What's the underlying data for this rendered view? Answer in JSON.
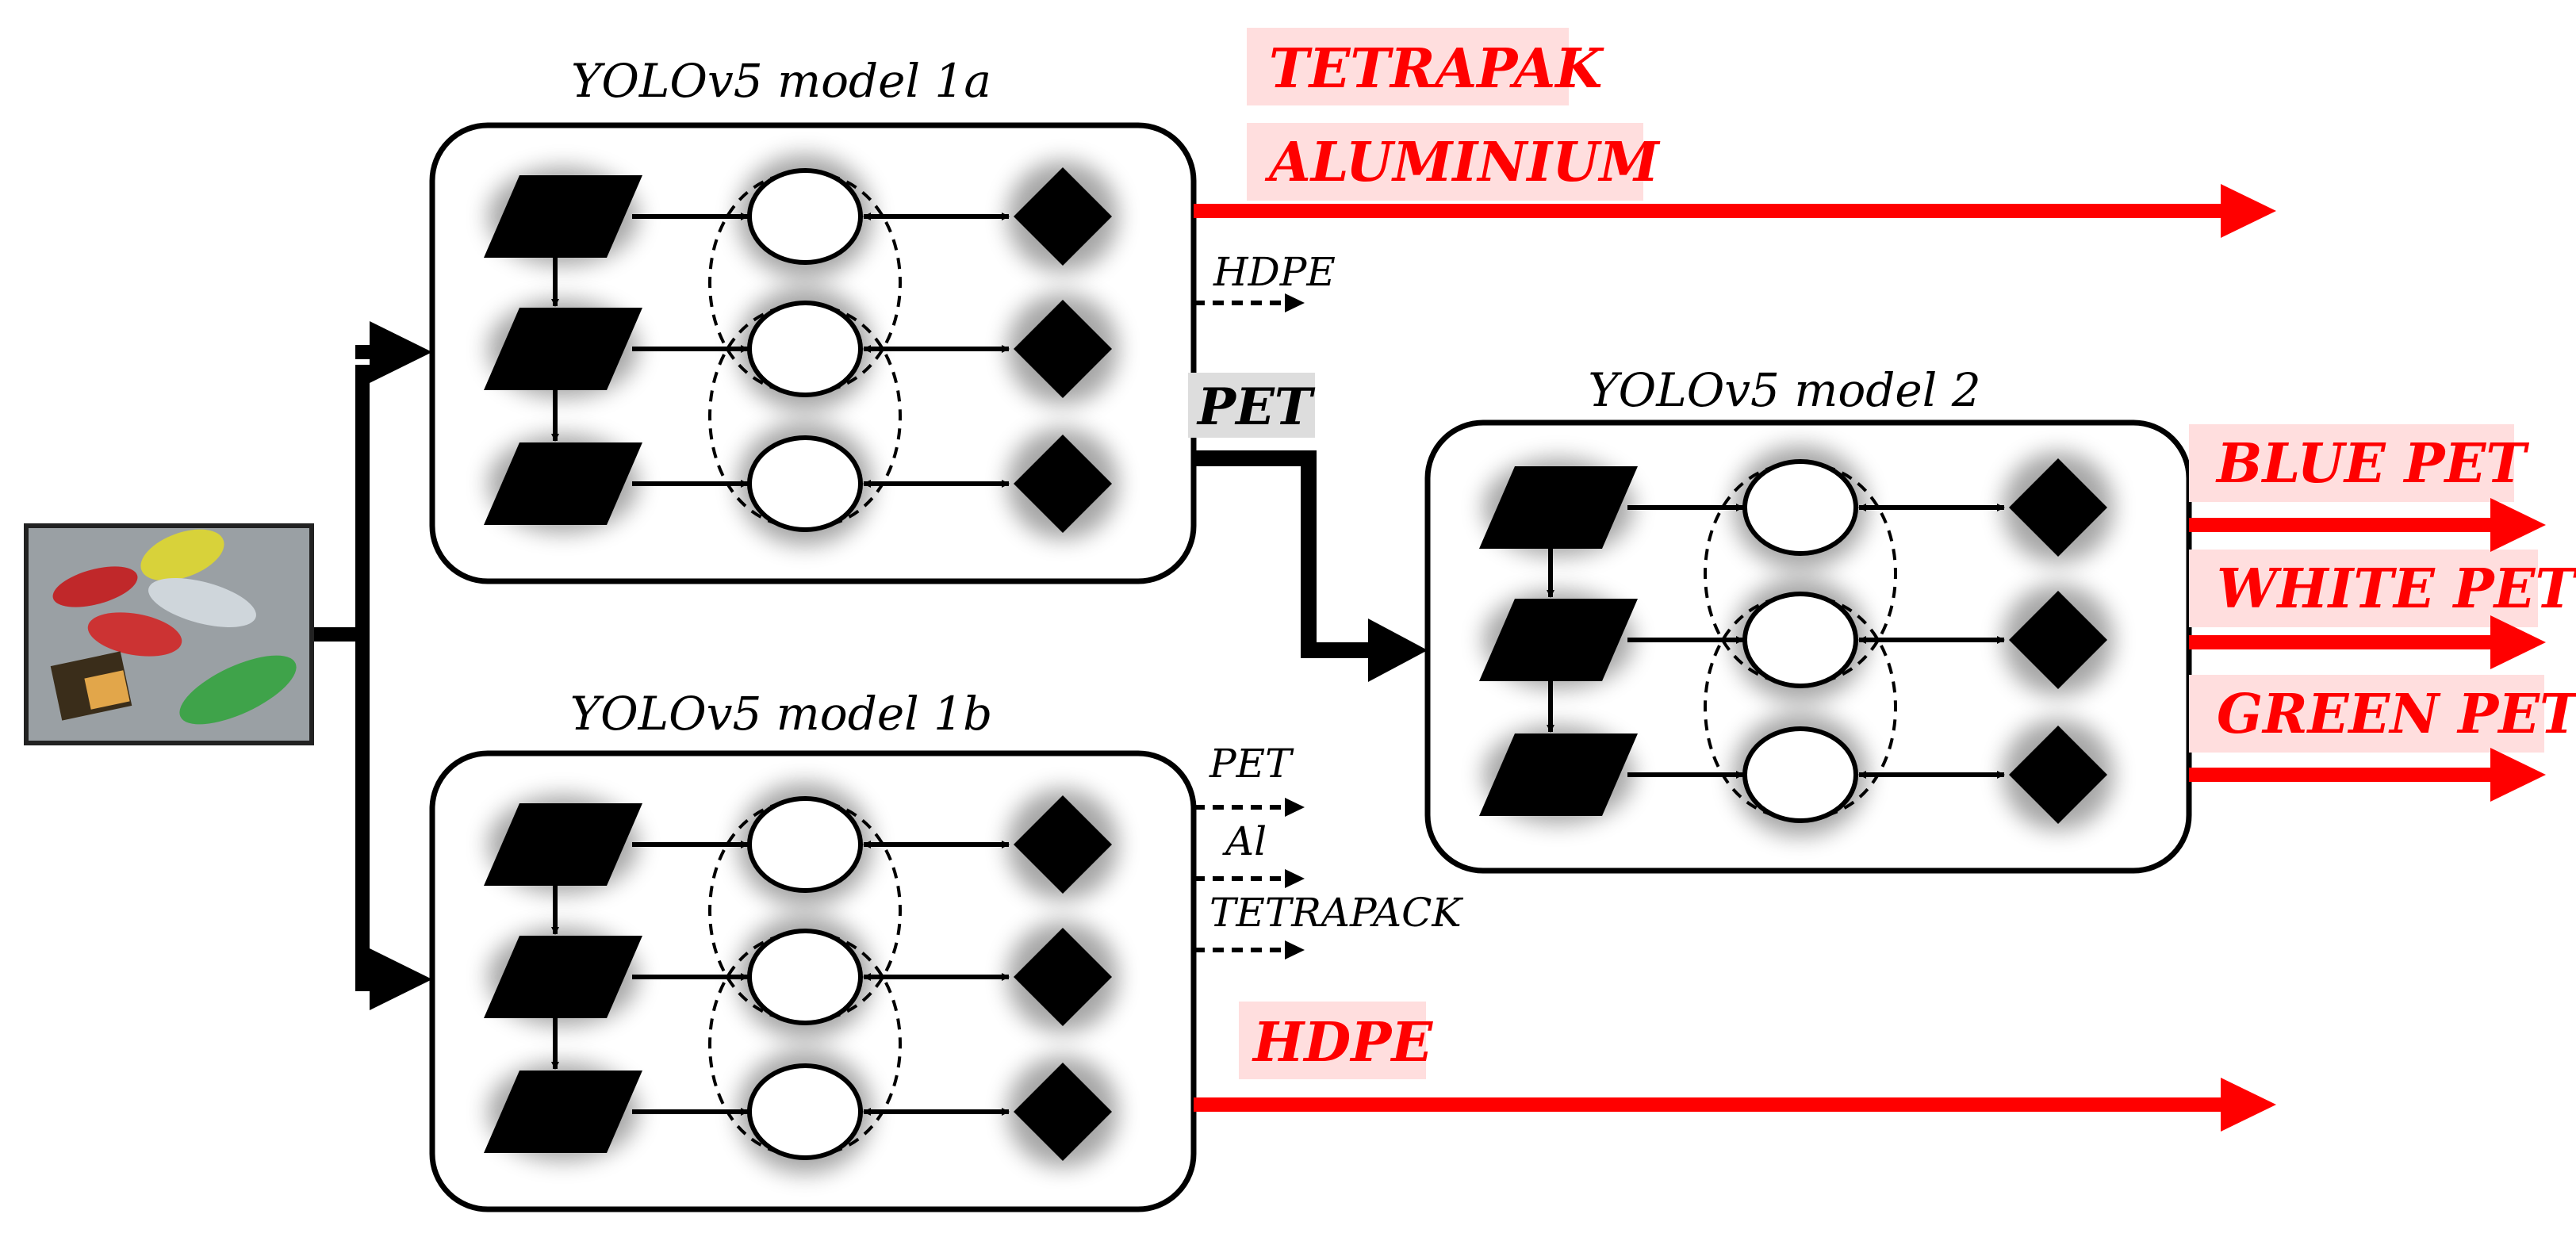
{
  "models": {
    "m1a": {
      "title": "YOLOv5 model 1a"
    },
    "m1b": {
      "title": "YOLOv5 model 1b"
    },
    "m2": {
      "title": "YOLOv5 model 2"
    }
  },
  "outputs": {
    "tetrapak": "TETRAPAK",
    "aluminium": "ALUMINIUM",
    "hdpe_main": "HDPE",
    "blue_pet": "BLUE PET",
    "white_pet": "WHITE PET",
    "green_pet": "GREEN PET"
  },
  "dashed_outputs": {
    "m1a_hdpe": "HDPE",
    "m1b_pet": "PET",
    "m1b_al": "Al",
    "m1b_tetrapack": "TETRAPACK"
  },
  "pet_route_label": "PET",
  "colors": {
    "accent_red": "#ff0000",
    "label_bg": "#ffd9d9",
    "pet_label_bg": "#dddddd",
    "ink": "#000000"
  }
}
